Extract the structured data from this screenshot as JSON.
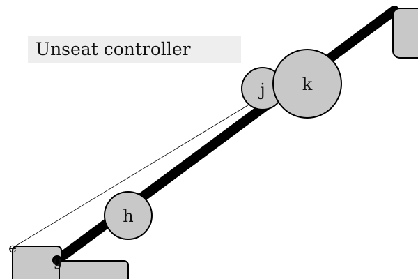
{
  "header": {
    "title": "Unseat controller"
  },
  "nodes": {
    "j": "j",
    "k": "k",
    "h": "h",
    "e": "e",
    "g": "g"
  },
  "colors": {
    "background": "#ffffff",
    "title_bar": "#eeeeee",
    "node_fill": "#c8c8c8",
    "stroke": "#000000"
  }
}
